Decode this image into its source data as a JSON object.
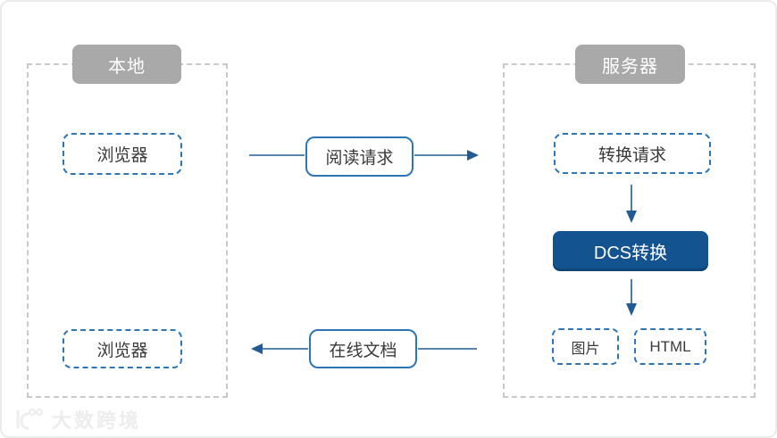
{
  "diagram": {
    "groups": {
      "local": {
        "label": "本地"
      },
      "server": {
        "label": "服务器"
      }
    },
    "nodes": {
      "browser_top": "浏览器",
      "read_request": "阅读请求",
      "convert_request": "转换请求",
      "dcs_convert": "DCS转换",
      "image_output": "图片",
      "html_output": "HTML",
      "online_doc": "在线文档",
      "browser_bottom": "浏览器"
    },
    "colors": {
      "accent_blue": "#2E75B6",
      "dark_blue_fill": "#13538F",
      "line_blue": "#225C96",
      "badge_gray": "#A9A9A9",
      "container_dash_gray": "#C9C9C9"
    },
    "watermark": {
      "brand": "大数跨境"
    }
  }
}
